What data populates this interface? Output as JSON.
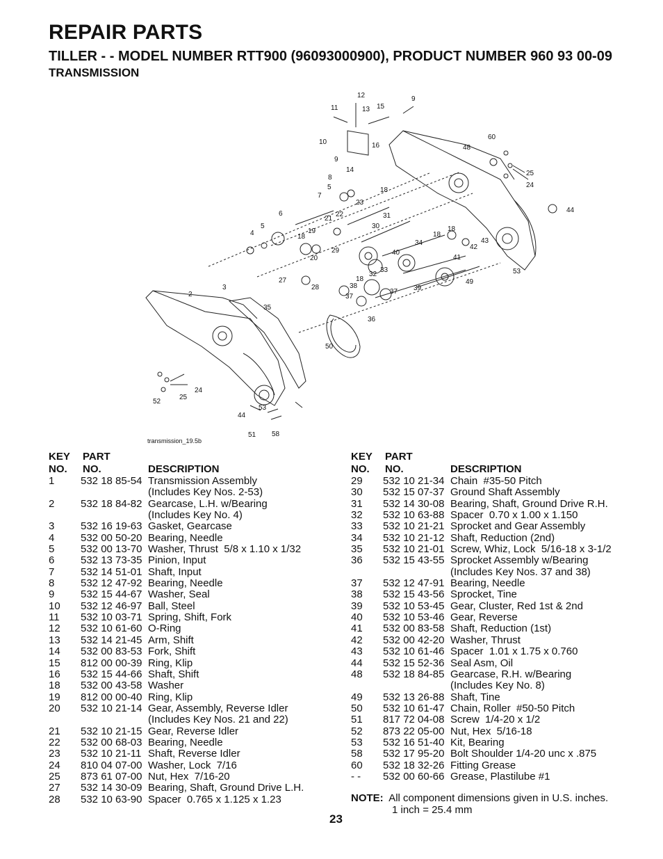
{
  "header": {
    "title": "REPAIR PARTS",
    "subtitle": "TILLER - - MODEL NUMBER RTT900 (96093000900), PRODUCT NUMBER 960 93 00-09",
    "section": "TRANSMISSION"
  },
  "diagram": {
    "caption": "transmission_19.5b",
    "labels": [
      "12",
      "11",
      "13",
      "15",
      "9",
      "10",
      "9",
      "16",
      "14",
      "8",
      "5",
      "7",
      "60",
      "48",
      "25",
      "24",
      "18",
      "23",
      "22",
      "6",
      "21",
      "31",
      "44",
      "4",
      "5",
      "19",
      "30",
      "18",
      "18",
      "18",
      "34",
      "20",
      "29",
      "42",
      "43",
      "3",
      "27",
      "28",
      "40",
      "41",
      "33",
      "32",
      "38",
      "37",
      "39",
      "49",
      "53",
      "2",
      "18",
      "37",
      "35",
      "36",
      "50",
      "24",
      "25",
      "52",
      "53",
      "44",
      "51",
      "58"
    ]
  },
  "table_headers": {
    "key_top": "KEY",
    "key_bottom": "NO.",
    "part_top": "PART",
    "part_bottom": "NO.",
    "description": "DESCRIPTION"
  },
  "left_parts": [
    {
      "key": "1",
      "part": "532 18 85-54",
      "desc": "Transmission Assembly\n(Includes Key Nos. 2-53)"
    },
    {
      "key": "2",
      "part": "532 18 84-82",
      "desc": "Gearcase, L.H. w/Bearing\n(Includes Key No. 4)"
    },
    {
      "key": "3",
      "part": "532 16 19-63",
      "desc": "Gasket, Gearcase"
    },
    {
      "key": "4",
      "part": "532 00 50-20",
      "desc": "Bearing, Needle"
    },
    {
      "key": "5",
      "part": "532 00 13-70",
      "desc": "Washer, Thrust  5/8 x 1.10 x 1/32"
    },
    {
      "key": "6",
      "part": "532 13 73-35",
      "desc": "Pinion, Input"
    },
    {
      "key": "7",
      "part": "532 14 51-01",
      "desc": "Shaft, Input"
    },
    {
      "key": "8",
      "part": "532 12 47-92",
      "desc": "Bearing, Needle"
    },
    {
      "key": "9",
      "part": "532 15 44-67",
      "desc": "Washer, Seal"
    },
    {
      "key": "10",
      "part": "532 12 46-97",
      "desc": "Ball, Steel"
    },
    {
      "key": "11",
      "part": "532 10 03-71",
      "desc": "Spring, Shift, Fork"
    },
    {
      "key": "12",
      "part": "532 10 61-60",
      "desc": "O-Ring"
    },
    {
      "key": "13",
      "part": "532 14 21-45",
      "desc": "Arm, Shift"
    },
    {
      "key": "14",
      "part": "532 00 83-53",
      "desc": "Fork, Shift"
    },
    {
      "key": "15",
      "part": "812 00 00-39",
      "desc": "Ring, Klip"
    },
    {
      "key": "16",
      "part": "532 15 44-66",
      "desc": "Shaft, Shift"
    },
    {
      "key": "18",
      "part": "532 00 43-58",
      "desc": "Washer"
    },
    {
      "key": "19",
      "part": "812 00 00-40",
      "desc": "Ring, Klip"
    },
    {
      "key": "20",
      "part": "532 10 21-14",
      "desc": "Gear, Assembly, Reverse Idler\n(Includes Key Nos. 21 and 22)"
    },
    {
      "key": "21",
      "part": "532 10 21-15",
      "desc": "Gear, Reverse Idler"
    },
    {
      "key": "22",
      "part": "532 00 68-03",
      "desc": "Bearing, Needle"
    },
    {
      "key": "23",
      "part": "532 10 21-11",
      "desc": "Shaft, Reverse Idler"
    },
    {
      "key": "24",
      "part": "810 04 07-00",
      "desc": "Washer, Lock  7/16"
    },
    {
      "key": "25",
      "part": "873 61 07-00",
      "desc": "Nut, Hex  7/16-20"
    },
    {
      "key": "27",
      "part": "532 14 30-09",
      "desc": "Bearing, Shaft, Ground Drive L.H."
    },
    {
      "key": "28",
      "part": "532 10 63-90",
      "desc": "Spacer  0.765 x 1.125 x 1.23"
    }
  ],
  "right_parts": [
    {
      "key": "29",
      "part": "532 10 21-34",
      "desc": "Chain  #35-50 Pitch"
    },
    {
      "key": "30",
      "part": "532 15 07-37",
      "desc": "Ground Shaft Assembly"
    },
    {
      "key": "31",
      "part": "532 14 30-08",
      "desc": "Bearing, Shaft, Ground Drive R.H."
    },
    {
      "key": "32",
      "part": "532 10 63-88",
      "desc": "Spacer  0.70 x 1.00 x 1.150"
    },
    {
      "key": "33",
      "part": "532 10 21-21",
      "desc": "Sprocket and Gear Assembly"
    },
    {
      "key": "34",
      "part": "532 10 21-12",
      "desc": "Shaft, Reduction (2nd)"
    },
    {
      "key": "35",
      "part": "532 10 21-01",
      "desc": "Screw, Whiz, Lock  5/16-18 x 3-1/2"
    },
    {
      "key": "36",
      "part": "532 15 43-55",
      "desc": "Sprocket Assembly w/Bearing\n(Includes Key Nos. 37 and 38)"
    },
    {
      "key": "37",
      "part": "532 12 47-91",
      "desc": "Bearing, Needle"
    },
    {
      "key": "38",
      "part": "532 15 43-56",
      "desc": "Sprocket, Tine"
    },
    {
      "key": "39",
      "part": "532 10 53-45",
      "desc": "Gear, Cluster, Red 1st & 2nd"
    },
    {
      "key": "40",
      "part": "532 10 53-46",
      "desc": "Gear, Reverse"
    },
    {
      "key": "41",
      "part": "532 00 83-58",
      "desc": "Shaft, Reduction (1st)"
    },
    {
      "key": "42",
      "part": "532 00 42-20",
      "desc": "Washer, Thrust"
    },
    {
      "key": "43",
      "part": "532 10 61-46",
      "desc": "Spacer  1.01 x 1.75 x 0.760"
    },
    {
      "key": "44",
      "part": "532 15 52-36",
      "desc": "Seal Asm, Oil"
    },
    {
      "key": "48",
      "part": "532 18 84-85",
      "desc": "Gearcase, R.H. w/Bearing\n(Includes Key No. 8)"
    },
    {
      "key": "49",
      "part": "532 13 26-88",
      "desc": "Shaft, Tine"
    },
    {
      "key": "50",
      "part": "532 10 61-47",
      "desc": "Chain, Roller  #50-50 Pitch"
    },
    {
      "key": "51",
      "part": "817 72 04-08",
      "desc": "Screw  1/4-20 x 1/2"
    },
    {
      "key": "52",
      "part": "873 22 05-00",
      "desc": "Nut, Hex  5/16-18"
    },
    {
      "key": "53",
      "part": "532 16 51-40",
      "desc": "Kit, Bearing"
    },
    {
      "key": "58",
      "part": "532 17 95-20",
      "desc": "Bolt Shoulder 1/4-20 unc x .875"
    },
    {
      "key": "60",
      "part": "532 18 32-26",
      "desc": "Fitting Grease"
    },
    {
      "key": "- -",
      "part": "532 00 60-66",
      "desc": "Grease, Plastilube #1"
    }
  ],
  "note": {
    "label": "NOTE:",
    "line1": "All component dimensions given in U.S. inches.",
    "line2": "1 inch = 25.4 mm"
  },
  "page_number": "23",
  "colors": {
    "text": "#111111",
    "background": "#ffffff",
    "line": "#222222"
  }
}
